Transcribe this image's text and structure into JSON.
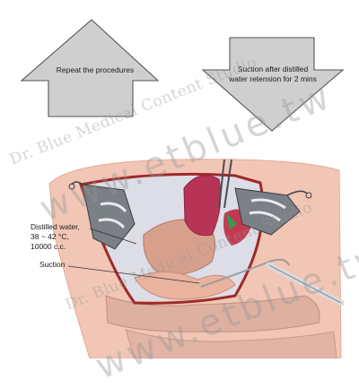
{
  "arrows": {
    "up": {
      "label": "Repeat the procedures",
      "fill": "#cfcfcf"
    },
    "down": {
      "label": "Suction after distilled water retension for 2 mins",
      "fill": "#cfcfcf"
    }
  },
  "labels": {
    "distilled_water": [
      "Distilled water,",
      "38 ~ 42 °C,",
      "10000 c.c."
    ],
    "suction": "Suction"
  },
  "watermarks": {
    "studio": "Dr. Blue Medical Content Studio",
    "site": "www.etblue.tw"
  },
  "colors": {
    "incision_outline": "#9e2a2a",
    "skin": "#f2c6b4",
    "peritoneal_cavity": "#dcdde6",
    "liver": "#b83456",
    "retractor": "#7b7f86"
  },
  "icons": [
    "retractor-left-icon",
    "retractor-right-icon",
    "suction-tube-icon",
    "forceps-icon"
  ]
}
